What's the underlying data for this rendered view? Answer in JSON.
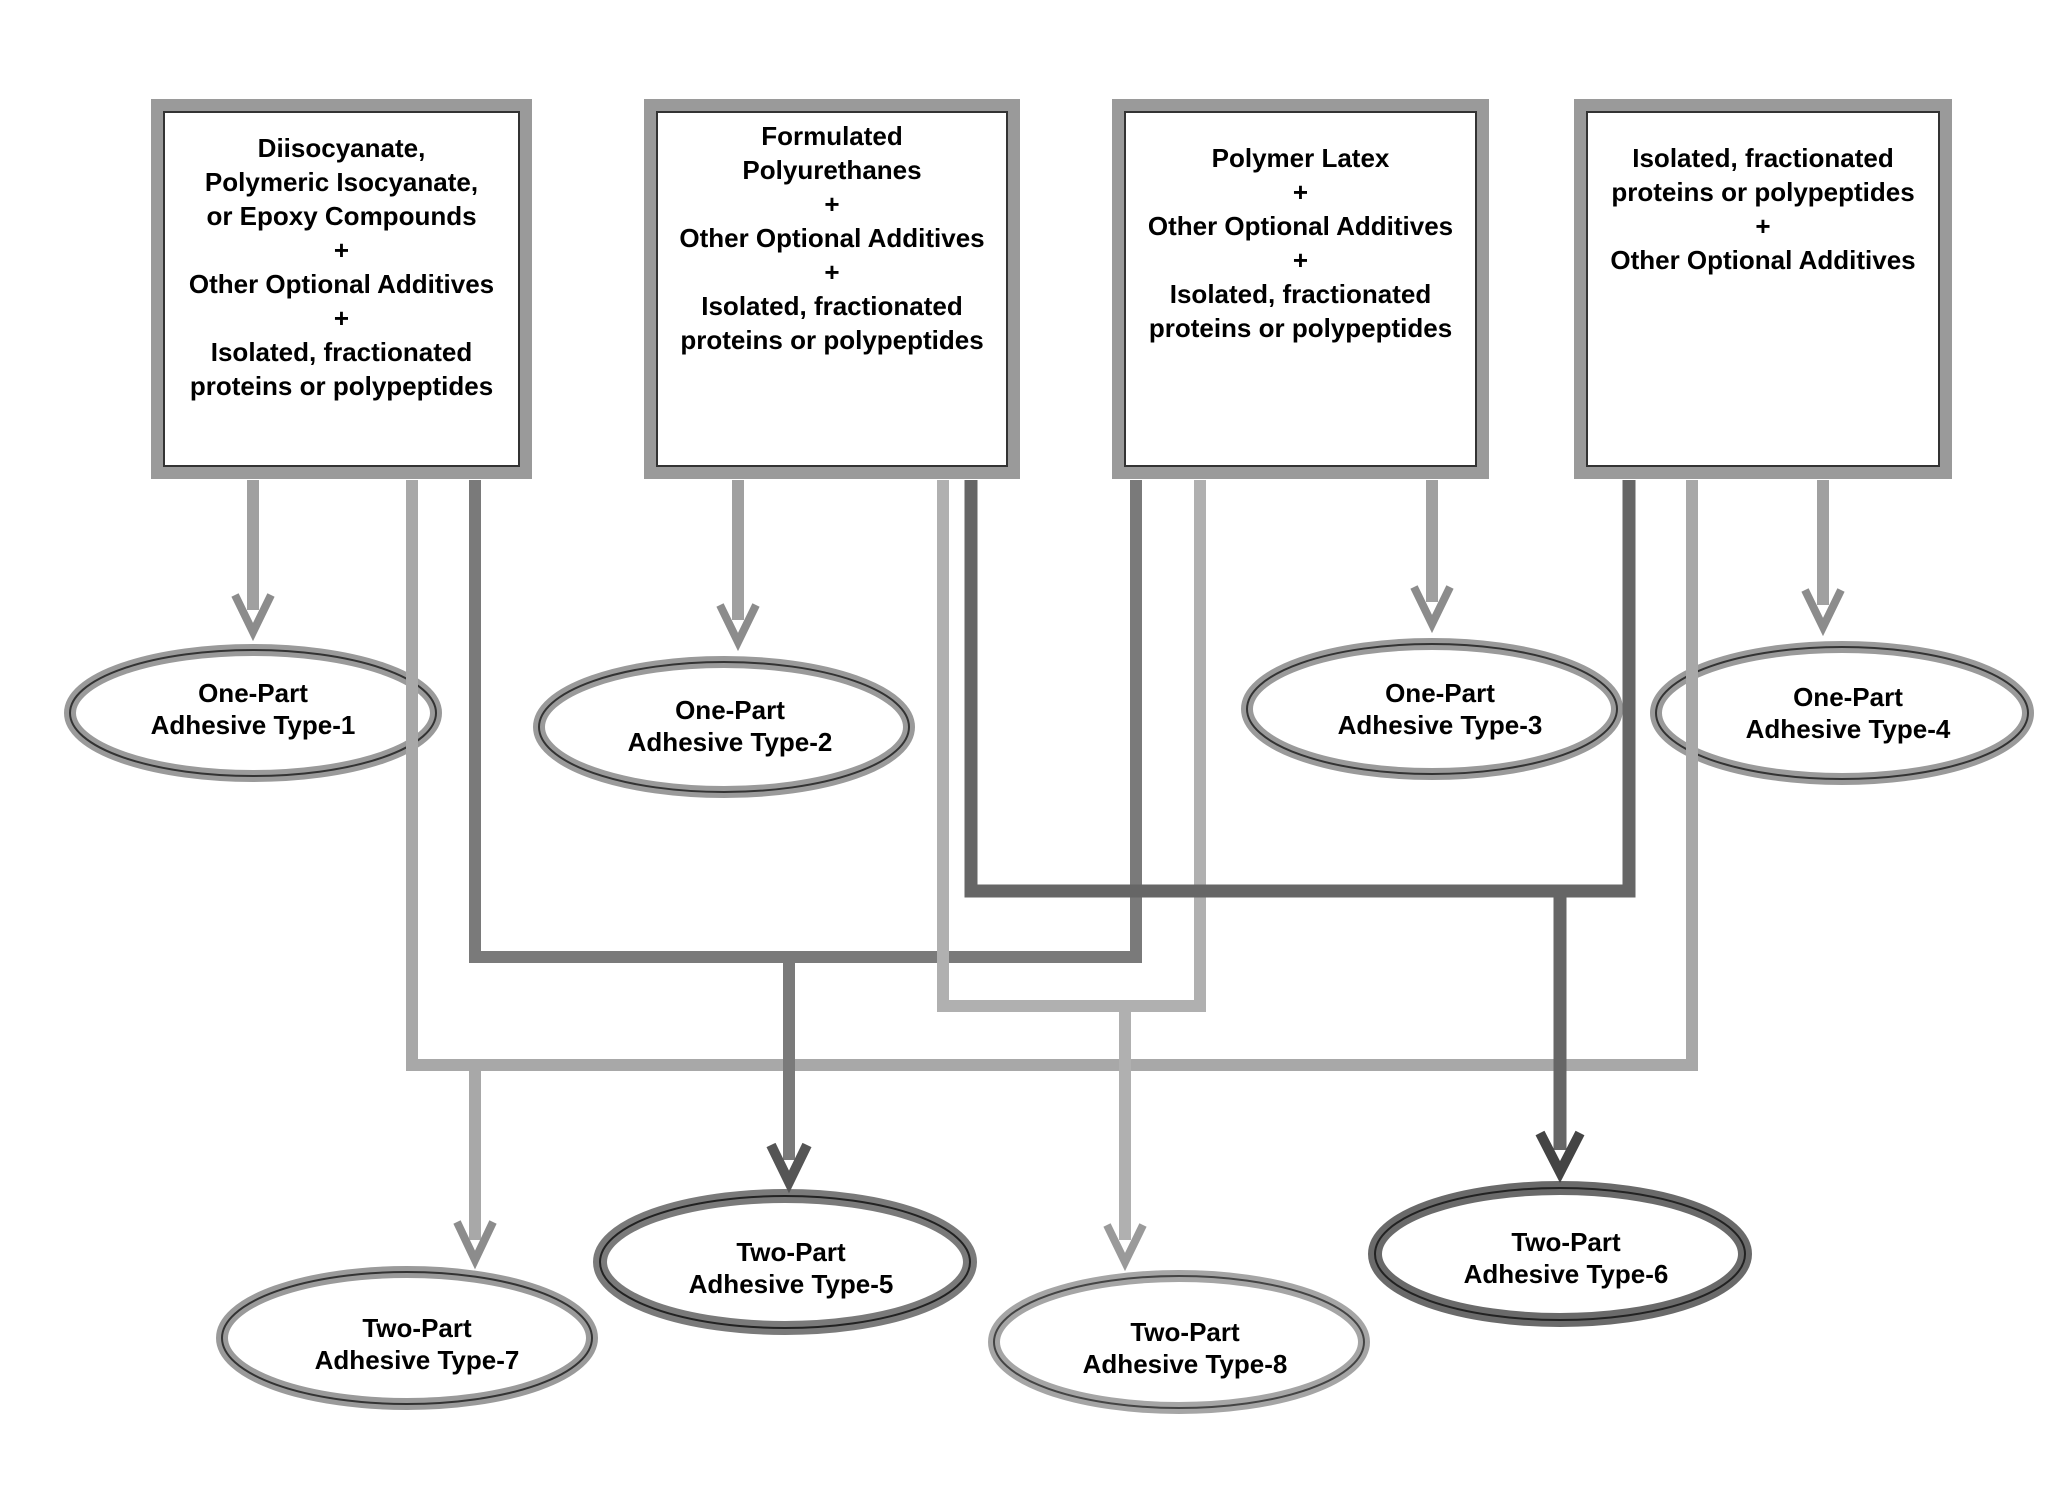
{
  "boxes": [
    {
      "id": "box1",
      "lines": [
        "Diisocyanate,",
        "Polymeric Isocyanate,",
        "or Epoxy Compounds",
        "+",
        "Other Optional Additives",
        "+",
        "Isolated, fractionated",
        "proteins or polypeptides"
      ]
    },
    {
      "id": "box2",
      "lines": [
        "Formulated",
        "Polyurethanes",
        "+",
        "Other Optional Additives",
        "+",
        "Isolated, fractionated",
        "proteins or polypeptides"
      ]
    },
    {
      "id": "box3",
      "lines": [
        "Polymer Latex",
        "+",
        "Other Optional Additives",
        "+",
        "Isolated, fractionated",
        "proteins or polypeptides"
      ]
    },
    {
      "id": "box4",
      "lines": [
        "Isolated, fractionated",
        "proteins or polypeptides",
        "+",
        "Other Optional Additives"
      ]
    }
  ],
  "adhesives": [
    {
      "id": "one1",
      "line1": "One-Part",
      "line2": "Adhesive Type-1"
    },
    {
      "id": "one2",
      "line1": "One-Part",
      "line2": "Adhesive Type-2"
    },
    {
      "id": "one3",
      "line1": "One-Part",
      "line2": "Adhesive Type-3"
    },
    {
      "id": "one4",
      "line1": "One-Part",
      "line2": "Adhesive Type-4"
    },
    {
      "id": "two5",
      "line1": "Two-Part",
      "line2": "Adhesive Type-5"
    },
    {
      "id": "two6",
      "line1": "Two-Part",
      "line2": "Adhesive Type-6"
    },
    {
      "id": "two7",
      "line1": "Two-Part",
      "line2": "Adhesive Type-7"
    },
    {
      "id": "two8",
      "line1": "Two-Part",
      "line2": "Adhesive Type-8"
    }
  ],
  "colors": {
    "connector_light": "#a8a8a8",
    "connector_dark": "#6e6e6e",
    "outline": "#333333",
    "ellipse_fill": "#ffffff"
  }
}
